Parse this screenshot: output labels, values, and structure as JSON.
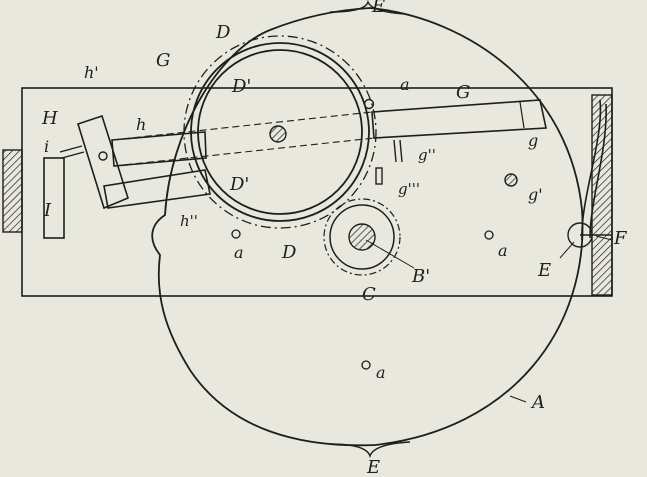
{
  "figure": {
    "colors": {
      "paper": "#e9e8df",
      "ink": "#1e1e1c"
    },
    "labels": {
      "E_top": "E",
      "E_bottom": "E",
      "E_right": "E",
      "D_top": "D",
      "D_bottom": "D",
      "D_prime_top": "D'",
      "D_prime_mid": "D'",
      "G_left": "G",
      "G_right": "G",
      "H": "H",
      "h_prime": "h'",
      "h": "h",
      "h_double_prime": "h''",
      "i": "i",
      "I": "I",
      "a_top": "a",
      "a_left": "a",
      "a_right": "a",
      "a_bottom": "a",
      "g": "g",
      "g_prime": "g'",
      "g_double_prime": "g''",
      "g_triple_prime": "g'''",
      "C": "C",
      "B_prime": "B'",
      "F": "F",
      "A": "A"
    }
  }
}
